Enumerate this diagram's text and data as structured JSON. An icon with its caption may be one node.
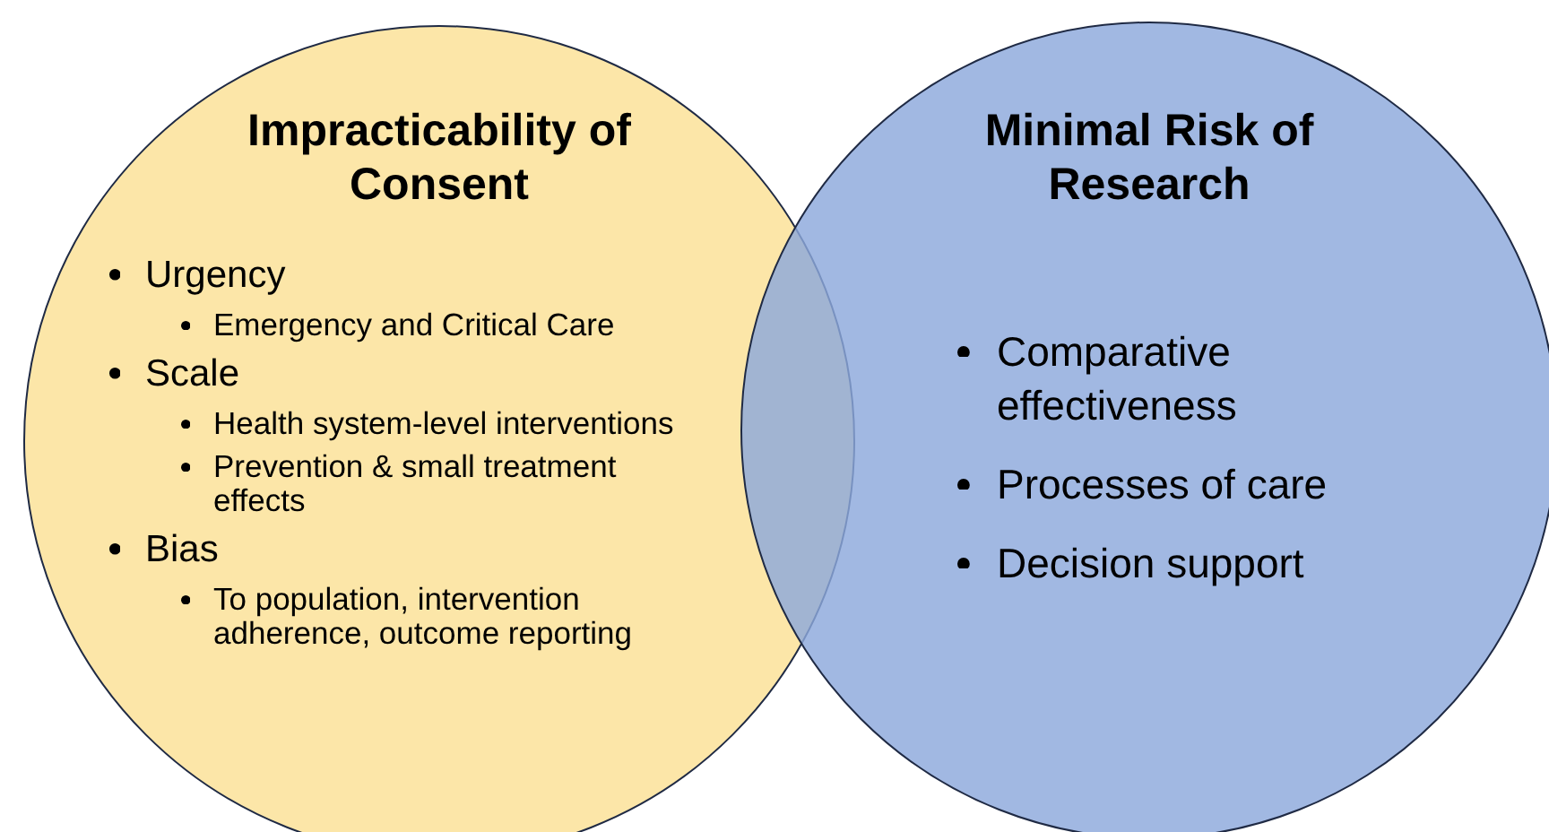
{
  "diagram": {
    "nodes": [
      {
        "text": [
          "Impracticability of Consent",
          "Urgency",
          "Emergency and Critical Care",
          "Scale",
          "Health system-level interventions",
          "Prevention & small treatment effects",
          "Bias",
          "To population, intervention adherence, outcome reporting"
        ]
      },
      {
        "text": [
          "Minimal Risk of Research",
          "Comparative effectiveness",
          "Processes of care",
          "Decision support"
        ]
      }
    ]
  }
}
